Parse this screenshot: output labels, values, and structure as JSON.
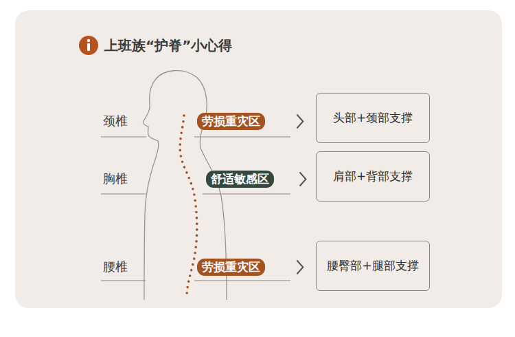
{
  "diagram": {
    "title": "上班族“护脊”小心得",
    "nodes": [
      {
        "text": [
          "劳损重灾区"
        ]
      },
      {
        "text": [
          "头部+颈部支撑"
        ]
      },
      {
        "text": [
          "舒适敏感区"
        ]
      },
      {
        "text": [
          "肩部+背部支撑"
        ]
      },
      {
        "text": [
          "劳损重灾区"
        ]
      },
      {
        "text": [
          "腰臀部+腿部支撑"
        ]
      }
    ],
    "edges": [
      {
        "from": 0,
        "to": 1,
        "arrow": "to"
      },
      {
        "from": 2,
        "to": 3,
        "arrow": "to"
      },
      {
        "from": 4,
        "to": 5,
        "arrow": "to"
      }
    ],
    "labels": [
      "颈椎",
      "胸椎",
      "腰椎"
    ]
  }
}
